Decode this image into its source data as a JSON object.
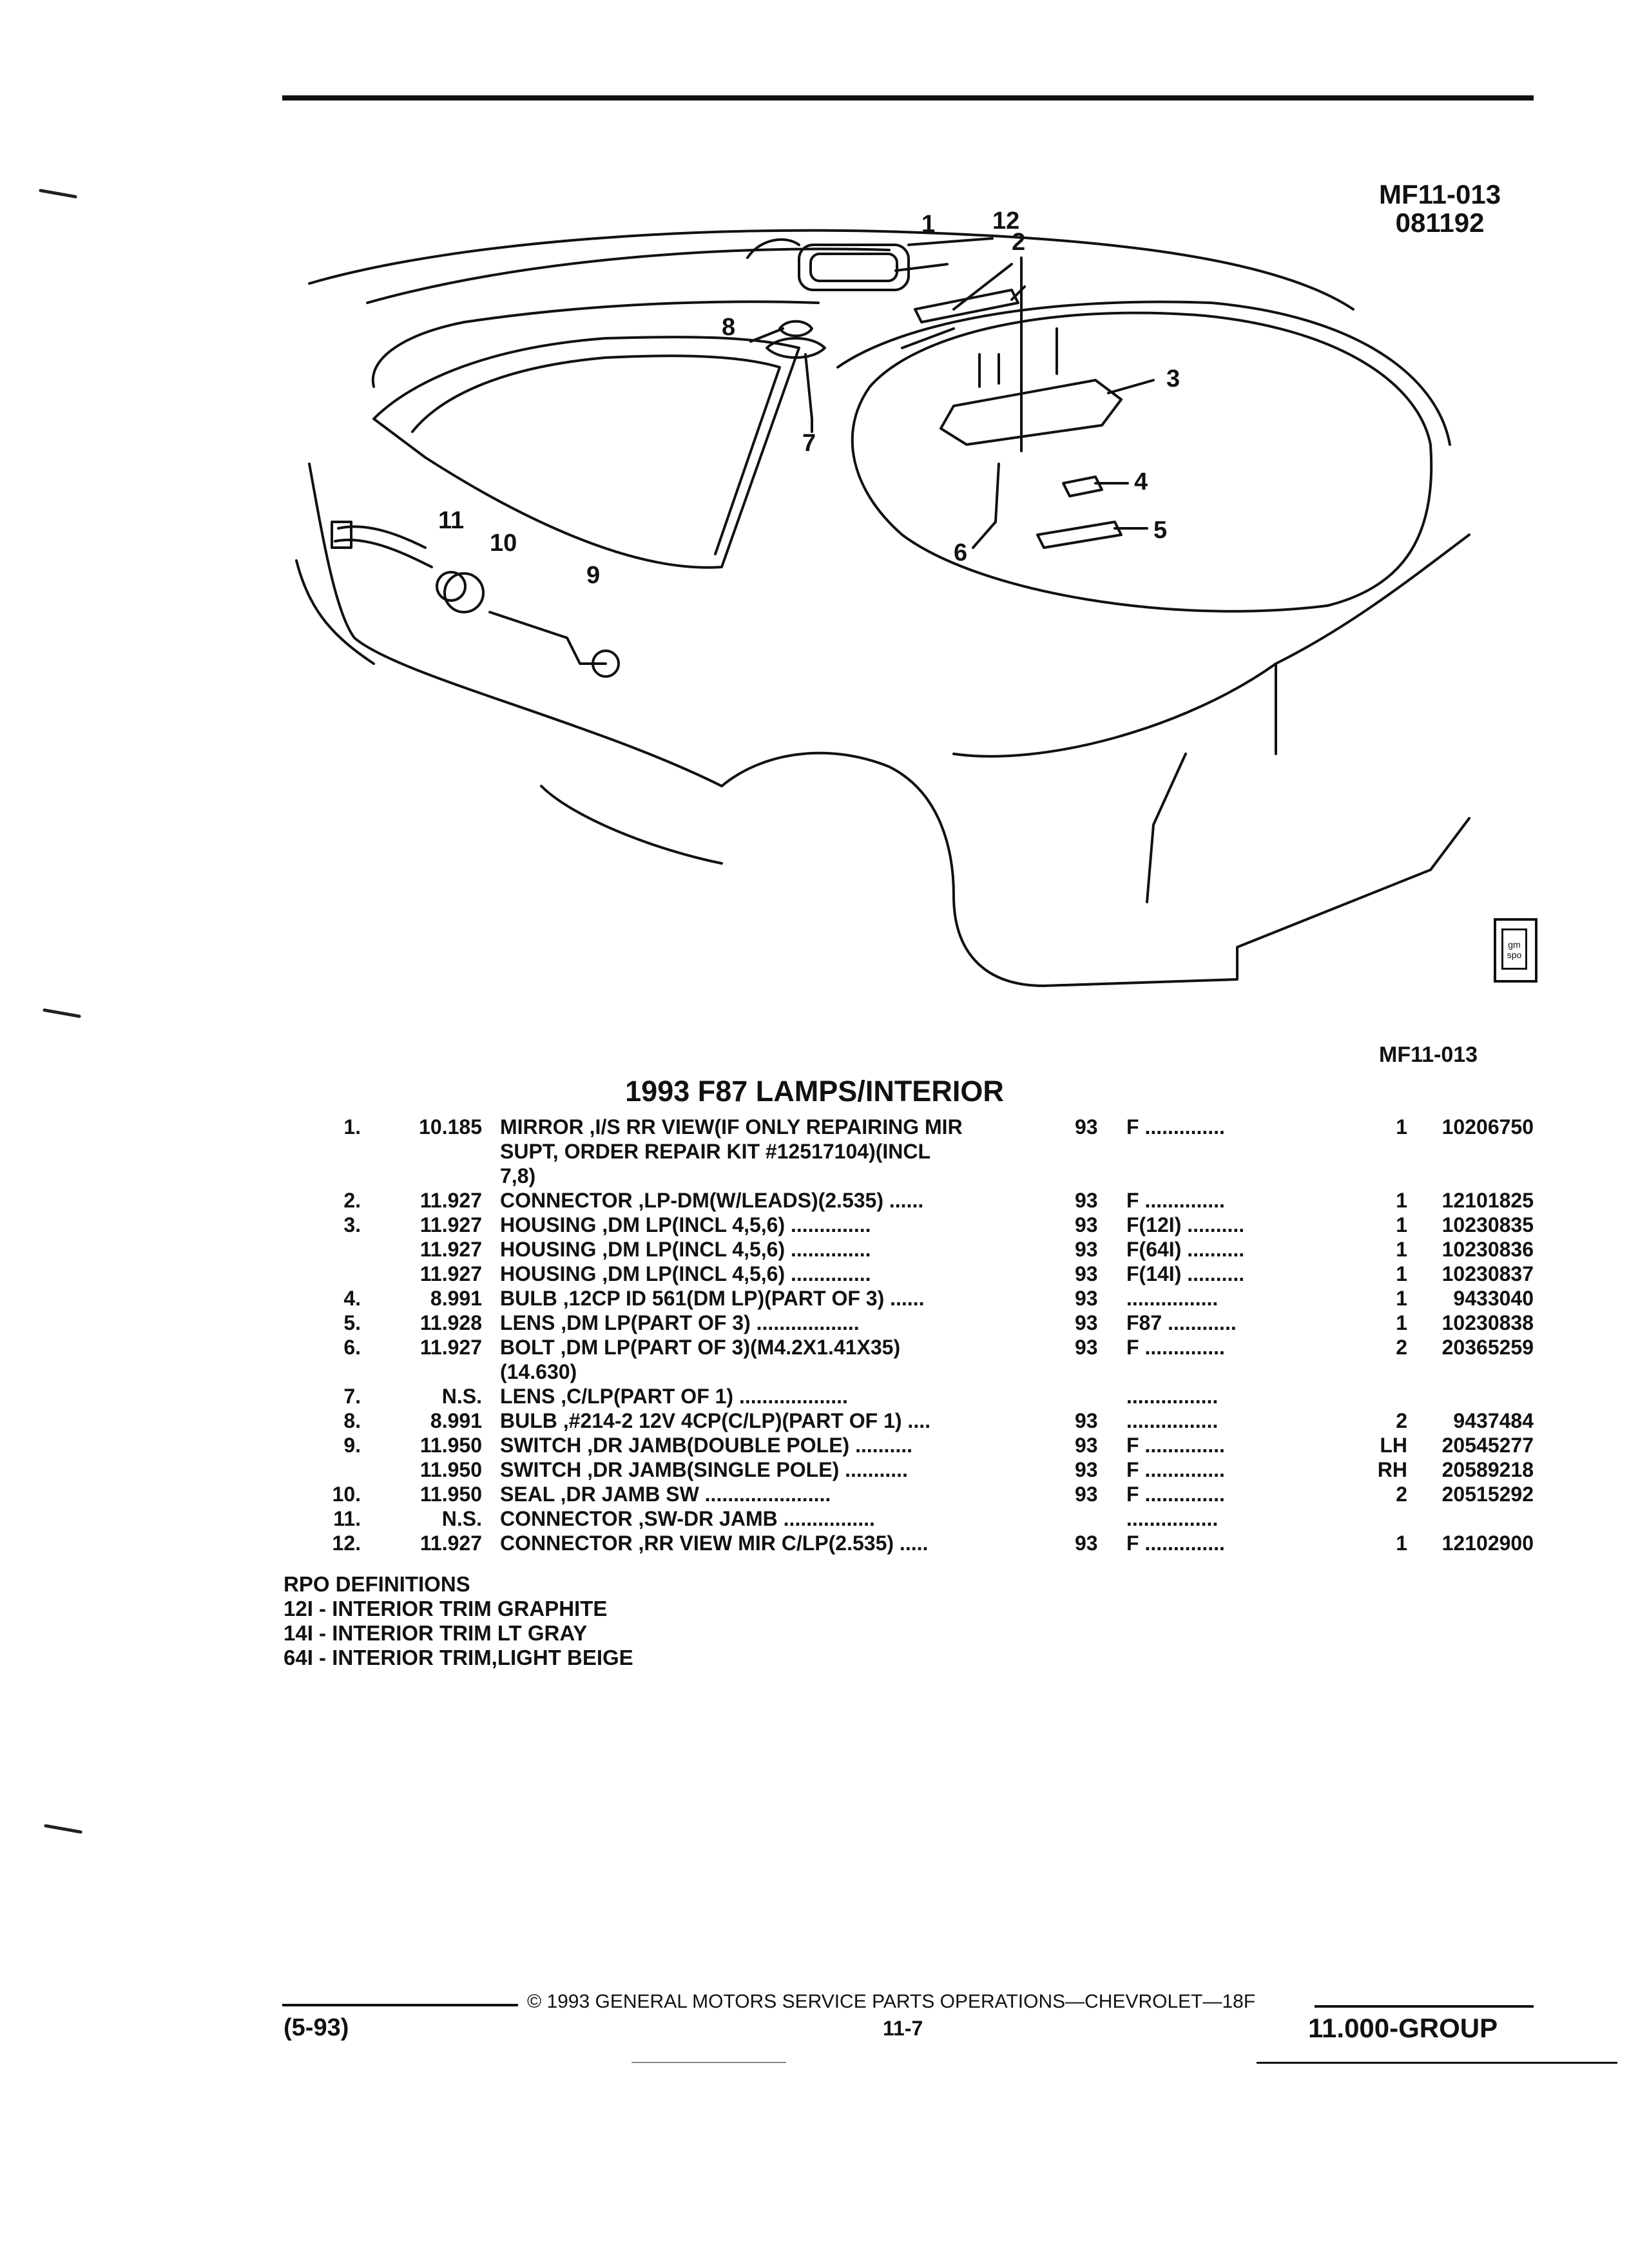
{
  "diagram": {
    "id_line1": "MF11-013",
    "id_line2": "081192",
    "figure_ref": "MF11-013",
    "callouts": [
      "1",
      "2",
      "3",
      "4",
      "5",
      "6",
      "7",
      "8",
      "9",
      "10",
      "11",
      "12"
    ],
    "logo_text": "gm spo"
  },
  "title": "1993 F87 LAMPS/INTERIOR",
  "parts": [
    {
      "num": "1.",
      "grp": "10.185",
      "name": "MIRROR",
      "desc": ",I/S RR VIEW(IF ONLY REPAIRING MIR",
      "cont": [
        "SUPT, ORDER REPAIR KIT #12517104)(INCL",
        "7,8)"
      ],
      "yr": "93",
      "code": "F ..............",
      "qty": "1",
      "pn": "10206750"
    },
    {
      "num": "2.",
      "grp": "11.927",
      "name": "CONNECTOR",
      "desc": ",LP-DM(W/LEADS)(2.535) ......",
      "cont": [],
      "yr": "93",
      "code": "F ..............",
      "qty": "1",
      "pn": "12101825"
    },
    {
      "num": "3.",
      "grp": "11.927",
      "name": "HOUSING",
      "desc": ",DM LP(INCL 4,5,6) ..............",
      "cont": [],
      "yr": "93",
      "code": "F(12I) ..........",
      "qty": "1",
      "pn": "10230835"
    },
    {
      "num": "",
      "grp": "11.927",
      "name": "HOUSING",
      "desc": ",DM LP(INCL 4,5,6) ..............",
      "cont": [],
      "yr": "93",
      "code": "F(64I) ..........",
      "qty": "1",
      "pn": "10230836"
    },
    {
      "num": "",
      "grp": "11.927",
      "name": "HOUSING",
      "desc": ",DM LP(INCL 4,5,6) ..............",
      "cont": [],
      "yr": "93",
      "code": "F(14I) ..........",
      "qty": "1",
      "pn": "10230837"
    },
    {
      "num": "4.",
      "grp": "8.991",
      "name": "BULB",
      "desc": ",12CP ID 561(DM LP)(PART OF 3) ......",
      "cont": [],
      "yr": "93",
      "code": "................",
      "qty": "1",
      "pn": "9433040"
    },
    {
      "num": "5.",
      "grp": "11.928",
      "name": "LENS",
      "desc": ",DM LP(PART OF 3) ..................",
      "cont": [],
      "yr": "93",
      "code": "F87 ............",
      "qty": "1",
      "pn": "10230838"
    },
    {
      "num": "6.",
      "grp": "11.927",
      "name": "BOLT",
      "desc": ",DM LP(PART OF 3)(M4.2X1.41X35)",
      "cont": [
        "(14.630)"
      ],
      "yr": "93",
      "code": "F ..............",
      "qty": "2",
      "pn": "20365259"
    },
    {
      "num": "7.",
      "grp": "N.S.",
      "name": "LENS",
      "desc": ",C/LP(PART OF 1) ...................",
      "cont": [],
      "yr": "",
      "code": "................",
      "qty": "",
      "pn": ""
    },
    {
      "num": "8.",
      "grp": "8.991",
      "name": "BULB",
      "desc": ",#214-2 12V 4CP(C/LP)(PART OF 1) ....",
      "cont": [],
      "yr": "93",
      "code": "................",
      "qty": "2",
      "pn": "9437484"
    },
    {
      "num": "9.",
      "grp": "11.950",
      "name": "SWITCH",
      "desc": ",DR JAMB(DOUBLE POLE) ..........",
      "cont": [],
      "yr": "93",
      "code": "F ..............",
      "qty": "LH",
      "pn": "20545277"
    },
    {
      "num": "",
      "grp": "11.950",
      "name": "SWITCH",
      "desc": ",DR JAMB(SINGLE POLE) ...........",
      "cont": [],
      "yr": "93",
      "code": "F ..............",
      "qty": "RH",
      "pn": "20589218"
    },
    {
      "num": "10.",
      "grp": "11.950",
      "name": "SEAL",
      "desc": ",DR JAMB SW ......................",
      "cont": [],
      "yr": "93",
      "code": "F ..............",
      "qty": "2",
      "pn": "20515292"
    },
    {
      "num": "11.",
      "grp": "N.S.",
      "name": "CONNECTOR",
      "desc": ",SW-DR JAMB ................",
      "cont": [],
      "yr": "",
      "code": "................",
      "qty": "",
      "pn": ""
    },
    {
      "num": "12.",
      "grp": "11.927",
      "name": "CONNECTOR",
      "desc": ",RR VIEW MIR C/LP(2.535) .....",
      "cont": [],
      "yr": "93",
      "code": "F ..............",
      "qty": "1",
      "pn": "12102900"
    }
  ],
  "rpo": {
    "heading": "RPO DEFINITIONS",
    "items": [
      "12I - INTERIOR TRIM GRAPHITE",
      "14I - INTERIOR TRIM LT GRAY",
      "64I - INTERIOR TRIM,LIGHT BEIGE"
    ]
  },
  "footer": {
    "copyright": "© 1993 GENERAL MOTORS SERVICE PARTS OPERATIONS—CHEVROLET—18F",
    "date_code": "(5-93)",
    "page": "11-7",
    "group": "11.000-GROUP"
  }
}
